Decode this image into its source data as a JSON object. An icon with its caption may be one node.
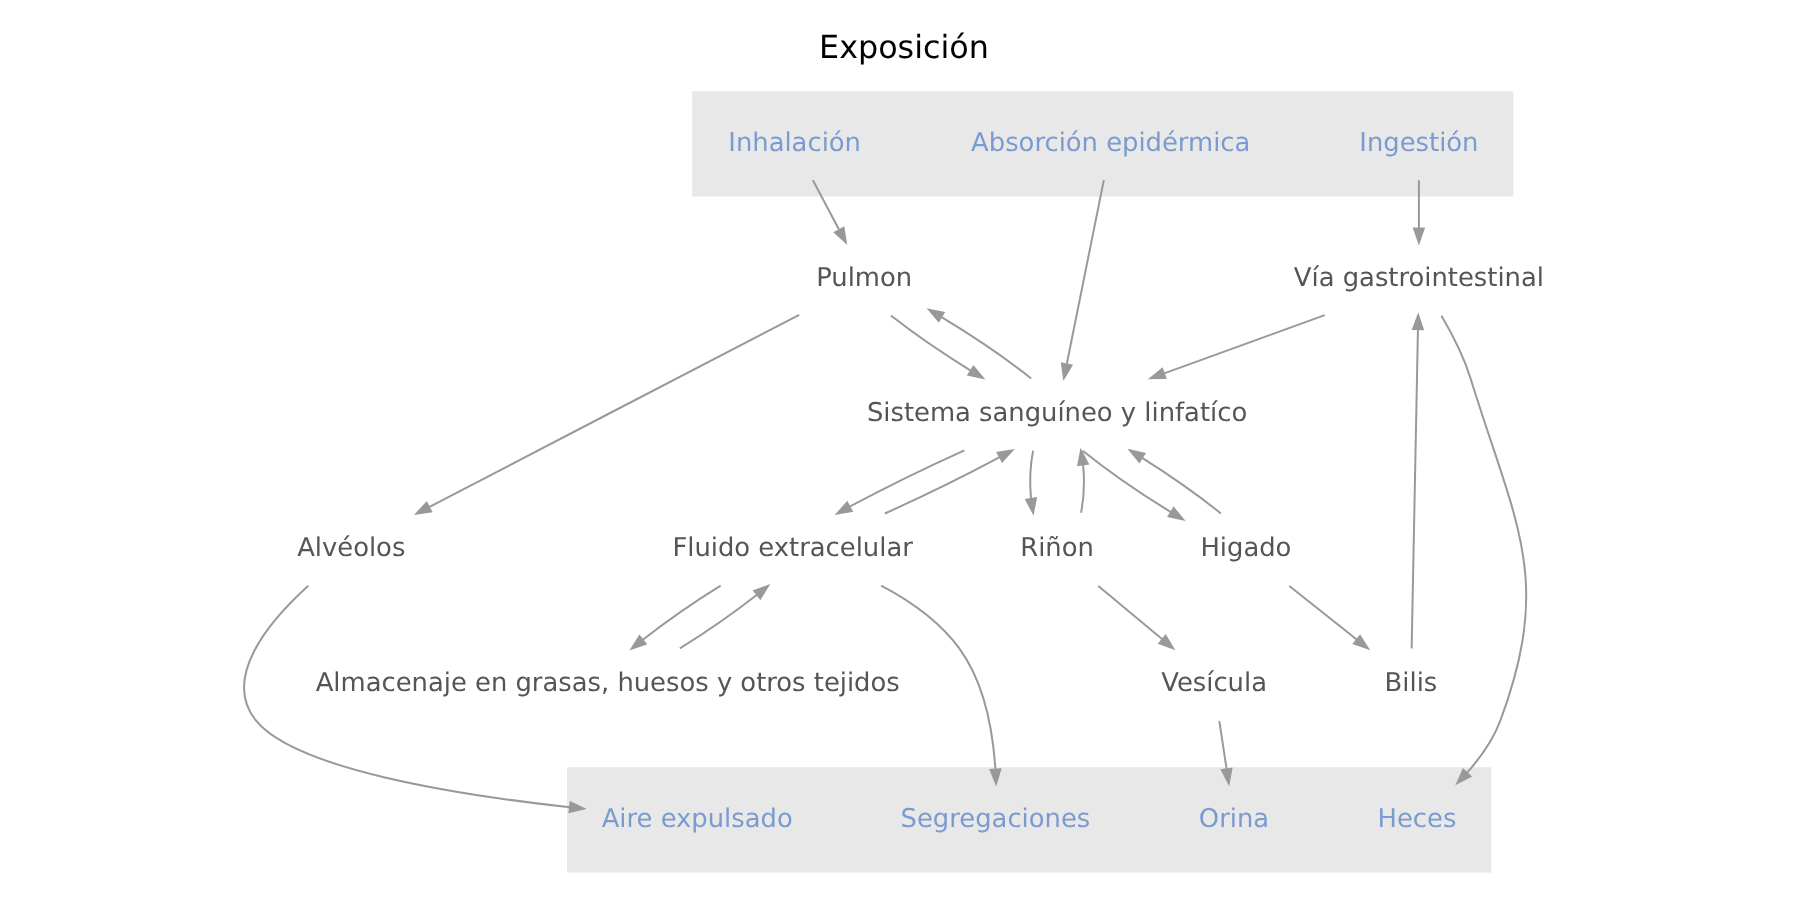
{
  "diagram": {
    "title": "Exposición",
    "nodes": [
      {
        "text": [],
        "shape": "bar"
      },
      {
        "text": [
          "Inhalación"
        ],
        "in": 0
      },
      {
        "text": [
          "Absorción epidérmica"
        ],
        "in": 0
      },
      {
        "text": [
          "Ingestión"
        ],
        "in": 0
      },
      {
        "text": [
          "Pulmon"
        ]
      },
      {
        "text": [
          "Vía gastrointestinal"
        ]
      },
      {
        "text": [
          "Sistema sanguíneo y linfatíco"
        ]
      },
      {
        "text": [
          "Alvéolos"
        ]
      },
      {
        "text": [
          "Fluido extracelular"
        ]
      },
      {
        "text": [
          "Higado"
        ]
      },
      {
        "text": [
          "Riñon"
        ]
      },
      {
        "text": [
          "Bilis"
        ]
      },
      {
        "text": [
          "Almacenaje en grasas, huesos y otros tejidos"
        ]
      },
      {
        "text": [
          "Vesícula"
        ]
      },
      {
        "text": [],
        "shape": "bar"
      },
      {
        "text": [
          "Aire expulsado"
        ],
        "in": 14
      },
      {
        "text": [
          "Segregaciones"
        ],
        "in": 14
      },
      {
        "text": [
          "Orina"
        ],
        "in": 14
      },
      {
        "text": [
          "Heces"
        ],
        "in": 14
      }
    ],
    "edges": [
      {
        "from": 1,
        "to": 4,
        "arrow": "to"
      },
      {
        "from": 2,
        "to": 6,
        "arrow": "to"
      },
      {
        "from": 3,
        "to": 5,
        "arrow": "to"
      },
      {
        "from": 4,
        "to": 6,
        "arrow": "to"
      },
      {
        "from": 4,
        "to": 7,
        "arrow": "to"
      },
      {
        "from": 6,
        "to": 4,
        "arrow": "to"
      },
      {
        "from": 5,
        "to": 6,
        "arrow": "to"
      },
      {
        "from": 6,
        "to": 8,
        "arrow": "to"
      },
      {
        "from": 8,
        "to": 6,
        "arrow": "to"
      },
      {
        "from": 6,
        "to": 10,
        "arrow": "to"
      },
      {
        "from": 6,
        "to": 9,
        "arrow": "to"
      },
      {
        "from": 9,
        "to": 6,
        "arrow": "to"
      },
      {
        "from": 10,
        "to": 6,
        "arrow": "to"
      },
      {
        "from": 9,
        "to": 11,
        "arrow": "to"
      },
      {
        "from": 11,
        "to": 5,
        "arrow": "to"
      },
      {
        "from": 10,
        "to": 13,
        "arrow": "to"
      },
      {
        "from": 8,
        "to": 12,
        "arrow": "to"
      },
      {
        "from": 12,
        "to": 8,
        "arrow": "to"
      },
      {
        "from": 7,
        "to": 15,
        "arrow": "to"
      },
      {
        "from": 8,
        "to": 16,
        "arrow": "to"
      },
      {
        "from": 13,
        "to": 17,
        "arrow": "to"
      },
      {
        "from": 5,
        "to": 18,
        "arrow": "to"
      }
    ]
  }
}
